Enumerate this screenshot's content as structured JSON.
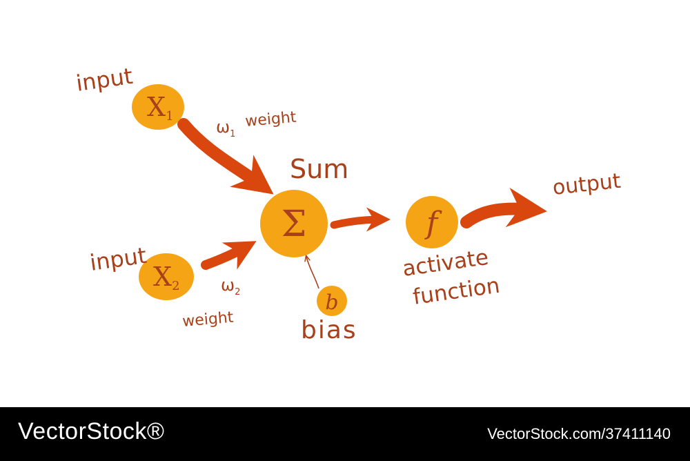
{
  "colors": {
    "node_fill": "#f5a416",
    "arrow": "#d9470f",
    "text": "#a8401a",
    "footer_bg": "#000000",
    "footer_text": "#ffffff"
  },
  "nodes": {
    "x1": {
      "main": "X",
      "sub": "1"
    },
    "x2": {
      "main": "X",
      "sub": "2"
    },
    "sum": {
      "symbol": "Σ"
    },
    "f": {
      "symbol": "f"
    },
    "b": {
      "symbol": "b"
    }
  },
  "labels": {
    "input_1": "input",
    "input_2": "input",
    "w1_main": "ω",
    "w1_sub": "1",
    "w2_main": "ω",
    "w2_sub": "2",
    "weight_1": "weight",
    "weight_2": "weight",
    "sum": "Sum",
    "bias": "bias",
    "activate": "activate",
    "function": "function",
    "output": "output"
  },
  "footer": {
    "brand": "VectorStock®",
    "image_id": "VectorStock.com/37411140"
  }
}
